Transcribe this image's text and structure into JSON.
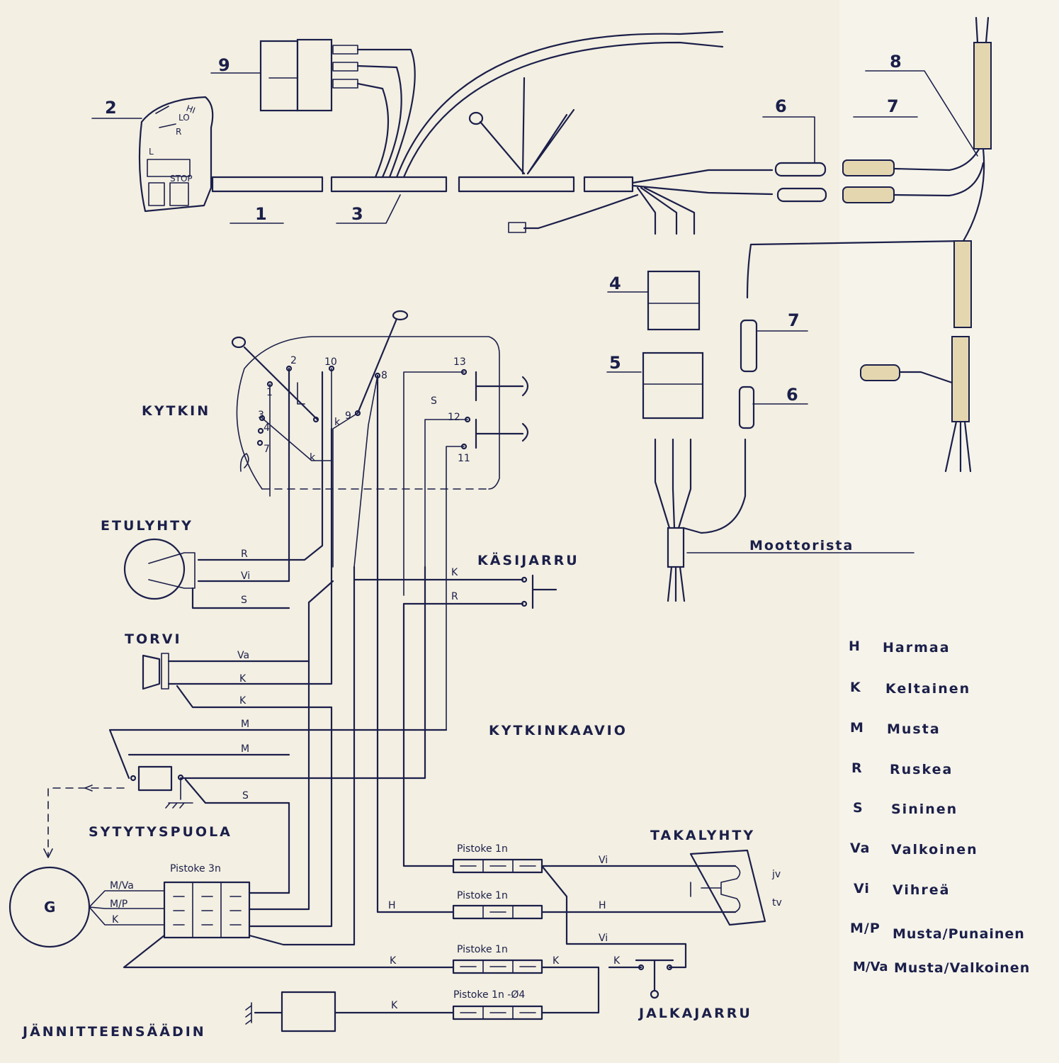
{
  "harness": {
    "callouts": [
      "1",
      "2",
      "3",
      "4",
      "5",
      "6",
      "7",
      "8",
      "9"
    ],
    "moottorista": "Moottorista",
    "switch_marks": [
      "HI",
      "LO",
      "R",
      "L",
      "STOP"
    ]
  },
  "schematic": {
    "title": "KYTKINKAAVIO",
    "components": {
      "kytkin": "KYTKIN",
      "etulyhty": "ETULYHTY",
      "torvi": "TORVI",
      "sytytyspuola": "SYTYTYSPUOLA",
      "kasijarru": "KÄSIJARRU",
      "takalyhty": "TAKALYHTY",
      "jalkajarru": "JALKAJARRU",
      "jannitteensaadin": "JÄNNITTEENSÄÄDIN",
      "generator": "G"
    },
    "terminals": [
      "1",
      "2",
      "3",
      "4",
      "7",
      "8",
      "9",
      "10",
      "11",
      "12",
      "13"
    ],
    "connectors": {
      "pistoke_3n": "Pistoke 3n",
      "pistoke_1n": "Pistoke 1n",
      "pistoke_1n_o4": "Pistoke 1n -Ø4"
    },
    "wire_labels": {
      "r": "R",
      "vi": "Vi",
      "s": "S",
      "va": "Va",
      "k": "K",
      "k_lower": "k",
      "m": "M",
      "h": "H",
      "m_va": "M/Va",
      "m_p": "M/P",
      "jv": "jv",
      "tv": "tv"
    }
  },
  "legend": [
    {
      "code": "H",
      "name": "Harmaa"
    },
    {
      "code": "K",
      "name": "Keltainen"
    },
    {
      "code": "M",
      "name": "Musta"
    },
    {
      "code": "R",
      "name": "Ruskea"
    },
    {
      "code": "S",
      "name": "Sininen"
    },
    {
      "code": "Va",
      "name": "Valkoinen"
    },
    {
      "code": "Vi",
      "name": "Vihreä"
    },
    {
      "code": "M/P",
      "name": "Musta/Punainen"
    },
    {
      "code": "M/Va",
      "name": "Musta/Valkoinen"
    }
  ],
  "colors": {
    "ink": "#1b1f4a",
    "paper": "#f3efe2",
    "tape": "#e4d7b0"
  }
}
